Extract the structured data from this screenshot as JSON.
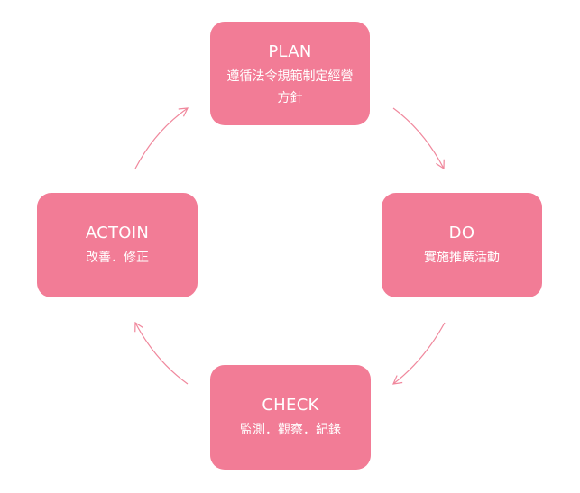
{
  "colors": {
    "box_fill": "#f27c96",
    "arrow": "#f0879c",
    "text": "#ffffff"
  },
  "diagram": {
    "plan": {
      "title": "PLAN",
      "desc": "遵循法令規範制定經營方針"
    },
    "do": {
      "title": "DO",
      "desc": "實施推廣活動"
    },
    "check": {
      "title": "CHECK",
      "desc": "監測．觀察．紀錄"
    },
    "act": {
      "title": "ACTOIN",
      "desc": "改善．修正"
    }
  },
  "cycle_order": [
    "plan",
    "do",
    "check",
    "act"
  ]
}
